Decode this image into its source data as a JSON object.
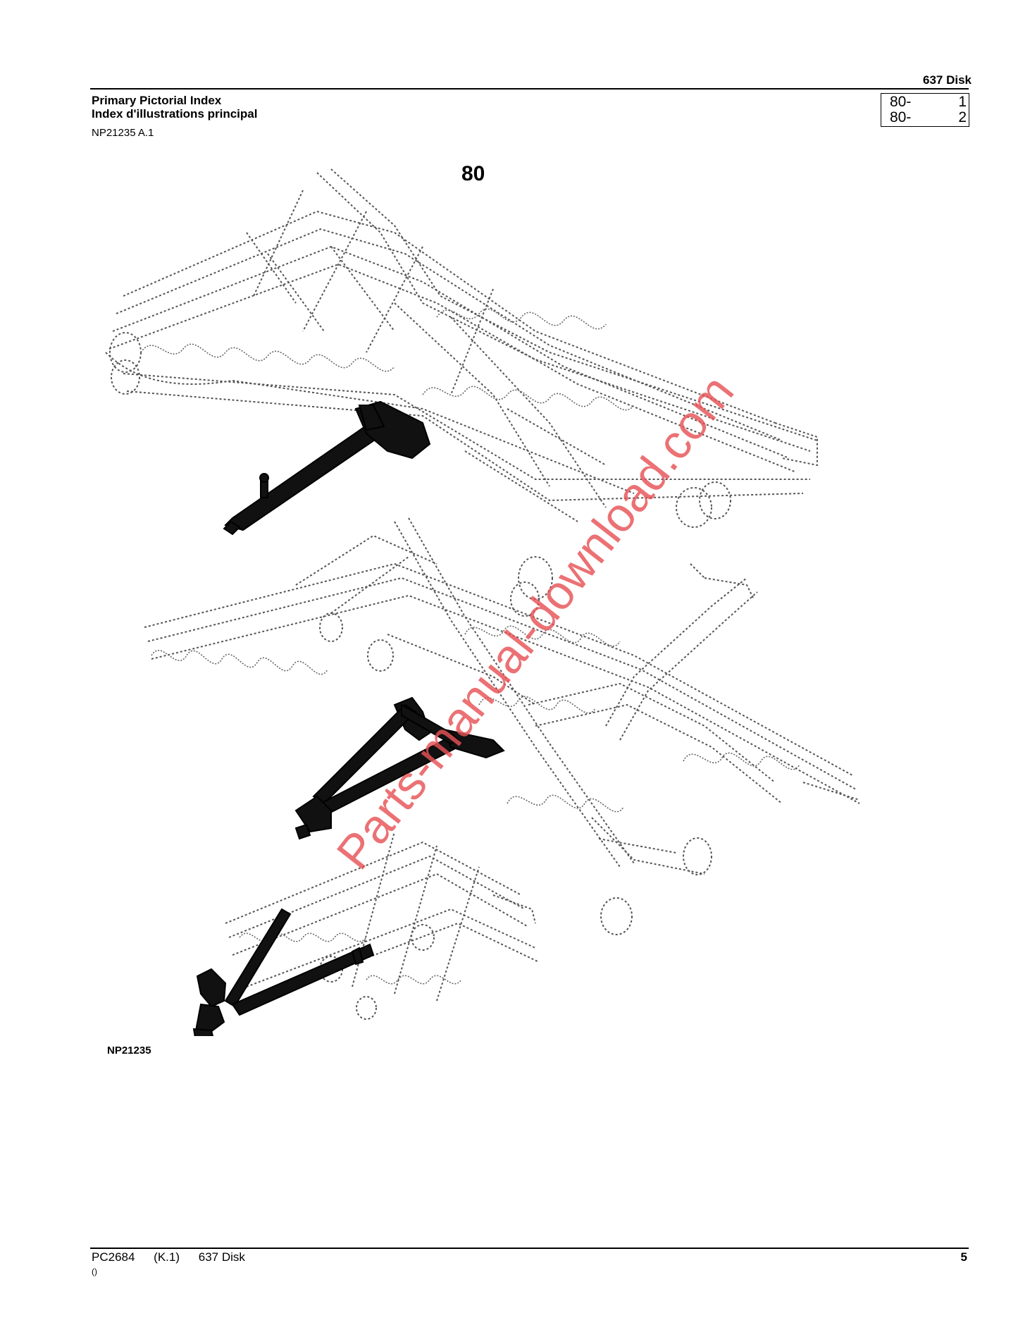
{
  "header": {
    "title": "637  Disk"
  },
  "index": {
    "title_en": "Primary Pictorial Index",
    "title_fr": "Index d'illustrations principal",
    "figure_ref": "NP21235 A.1"
  },
  "ref_box": [
    {
      "prefix": "80-",
      "num": "1"
    },
    {
      "prefix": "80-",
      "num": "2"
    }
  ],
  "figure": {
    "group_label": "80",
    "code": "NP21235"
  },
  "watermark": "Parts-manual-download.com",
  "footer": {
    "doc": "PC2684",
    "rev": "(K.1)",
    "model": "637 Disk",
    "paren": "()",
    "page": "5"
  }
}
